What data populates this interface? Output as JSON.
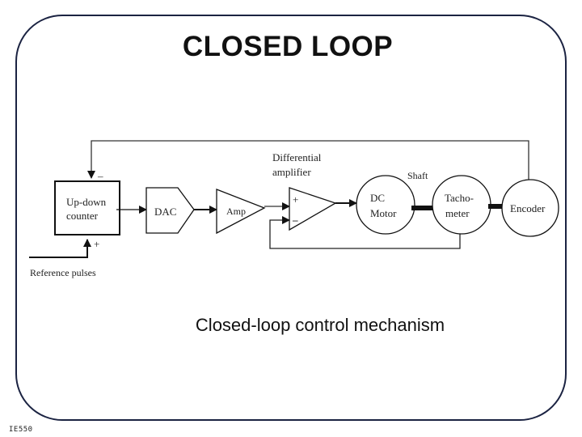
{
  "slide": {
    "title": "CLOSED LOOP",
    "caption": "Closed-loop control mechanism",
    "footer": "IE550"
  },
  "diagram": {
    "blocks": {
      "counter_line1": "Up-down",
      "counter_line2": "counter",
      "dac": "DAC",
      "amp": "Amp",
      "diff_amp_label_line1": "Differential",
      "diff_amp_label_line2": "amplifier",
      "motor_line1": "DC",
      "motor_line2": "Motor",
      "tacho_line1": "Tacho-",
      "tacho_line2": "meter",
      "encoder": "Encoder"
    },
    "labels": {
      "shaft": "Shaft",
      "reference": "Reference pulses",
      "minus_sign": "–",
      "plus_sign": "+"
    }
  }
}
